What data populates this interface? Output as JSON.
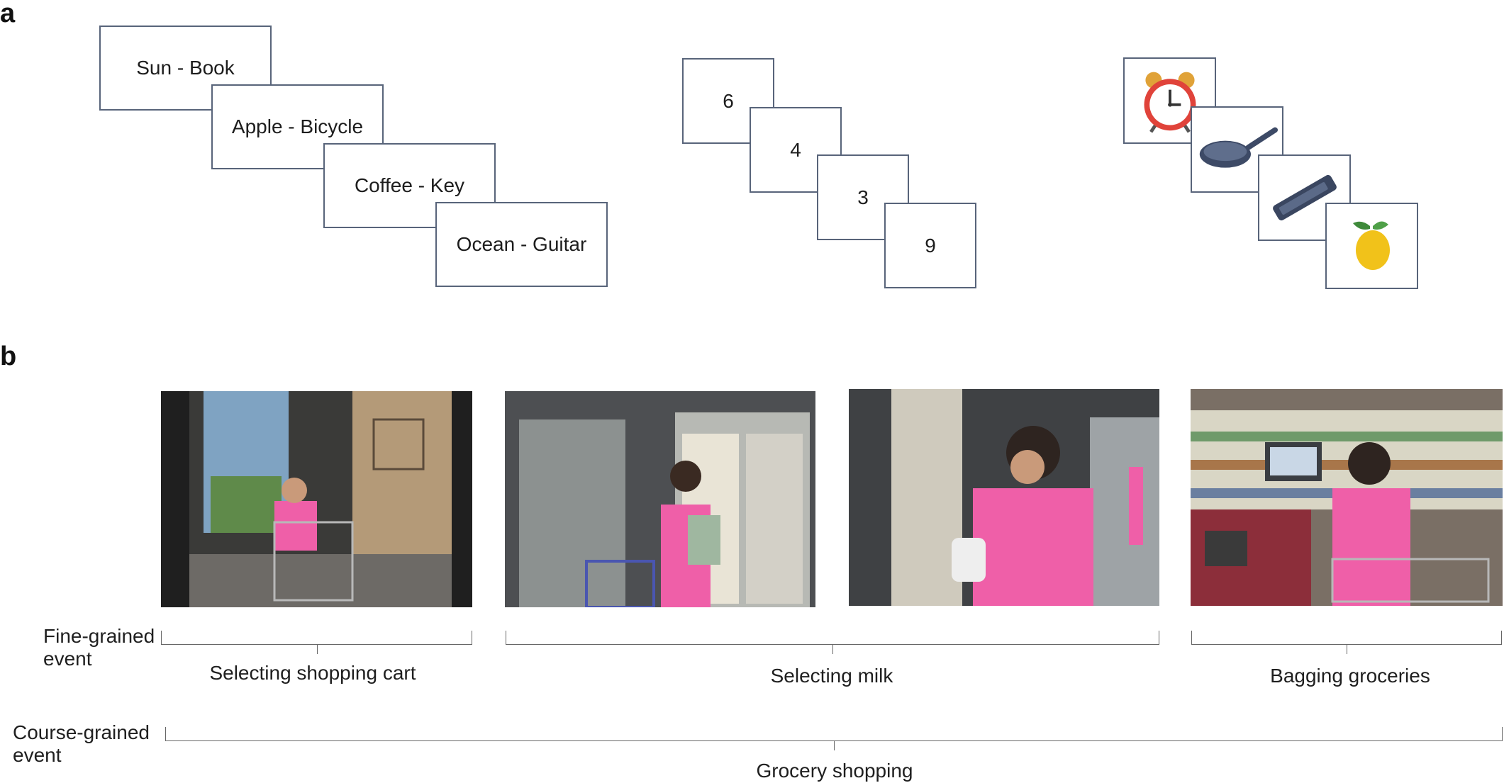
{
  "panel_a": {
    "letter": "a",
    "word_pairs": [
      "Sun - Book",
      "Apple - Bicycle",
      "Coffee - Key",
      "Ocean - Guitar"
    ],
    "digits": [
      "6",
      "4",
      "3",
      "9"
    ],
    "object_icons": [
      "alarm-clock-icon",
      "frying-pan-icon",
      "remote-control-icon",
      "lemon-icon"
    ]
  },
  "panel_b": {
    "letter": "b",
    "frames": [
      "entrance-with-cart",
      "dairy-freezer-aisle",
      "selecting-milk-bottle",
      "checkout-counter"
    ],
    "fine_label": "Fine-grained\nevent",
    "coarse_label": "Course-grained\nevent",
    "fine_events": [
      "Selecting shopping cart",
      "Selecting milk",
      "Bagging groceries"
    ],
    "coarse_event": "Grocery shopping"
  },
  "colors": {
    "card_border": "#58647a",
    "shirt": "#ef5fa8",
    "bracket": "#666666"
  }
}
